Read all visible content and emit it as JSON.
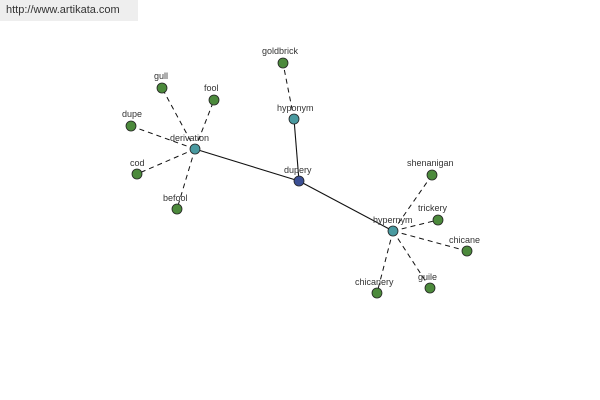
{
  "source_link": "http://www.artikata.com",
  "colors": {
    "center_node": "#3b4f94",
    "relation_node": "#4a9aa0",
    "leaf_node": "#4c8a3c",
    "node_stroke": "#222222",
    "edge": "#111111"
  },
  "center": {
    "label": "dupery"
  },
  "relations": [
    {
      "label": "derivation",
      "words": [
        "gull",
        "fool",
        "dupe",
        "cod",
        "befool"
      ]
    },
    {
      "label": "hyponym",
      "words": [
        "goldbrick"
      ]
    },
    {
      "label": "hypernym",
      "words": [
        "shenanigan",
        "trickery",
        "chicane",
        "guile",
        "chicanery"
      ]
    }
  ]
}
